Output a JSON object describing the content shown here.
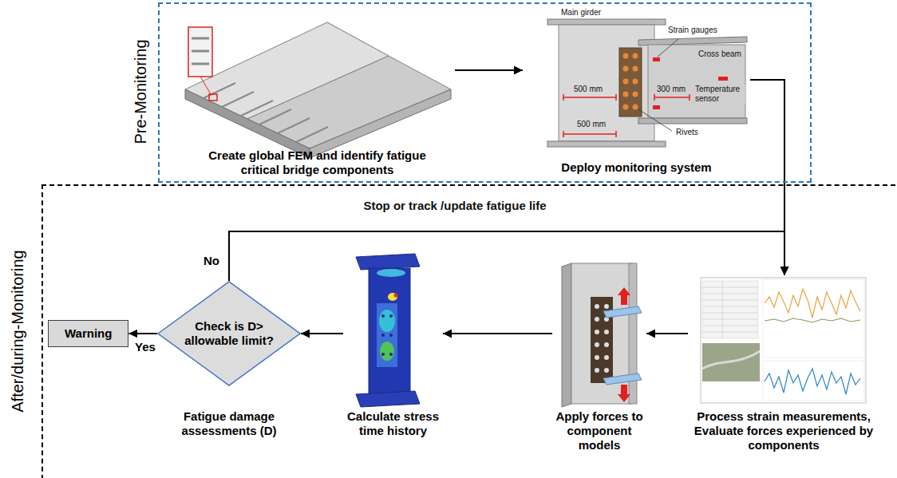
{
  "diagram": {
    "nodes": [
      {
        "text": [
          "Pre-Monitoring"
        ]
      },
      {
        "text": [
          "Create global FEM and identify fatigue critical bridge components"
        ],
        "in": 0
      },
      {
        "text": [
          "Deploy monitoring system"
        ],
        "in": 0
      },
      {
        "text": [
          "After/during-Monitoring"
        ]
      },
      {
        "text": [
          "Process strain measurements, Evaluate forces experienced by components"
        ],
        "in": 3
      },
      {
        "text": [
          "Apply forces to component models"
        ],
        "in": 3
      },
      {
        "text": [
          "Calculate stress time history"
        ],
        "in": 3
      },
      {
        "text": [
          "Check is D> allowable limit?",
          "Fatigue damage assessments (D)"
        ],
        "in": 3
      },
      {
        "text": [
          "Warning"
        ],
        "in": 3
      }
    ],
    "edges": [
      {
        "from": 1,
        "to": 2,
        "arrow": "to"
      },
      {
        "from": 2,
        "to": 4,
        "arrow": "to"
      },
      {
        "from": 4,
        "to": 5,
        "arrow": "to"
      },
      {
        "from": 5,
        "to": 6,
        "arrow": "to"
      },
      {
        "from": 6,
        "to": 7,
        "arrow": "to"
      },
      {
        "from": 7,
        "to": 8,
        "arrow": "to",
        "label": "Yes"
      },
      {
        "from": 7,
        "to": 4,
        "arrow": "to",
        "label": "No"
      }
    ],
    "labels": [
      "Stop or track /update fatigue life",
      "Main girder",
      "Strain gauges",
      "Cross beam",
      "500 mm",
      "300 mm",
      "Temperature sensor",
      "Rivets",
      "500 mm"
    ]
  }
}
